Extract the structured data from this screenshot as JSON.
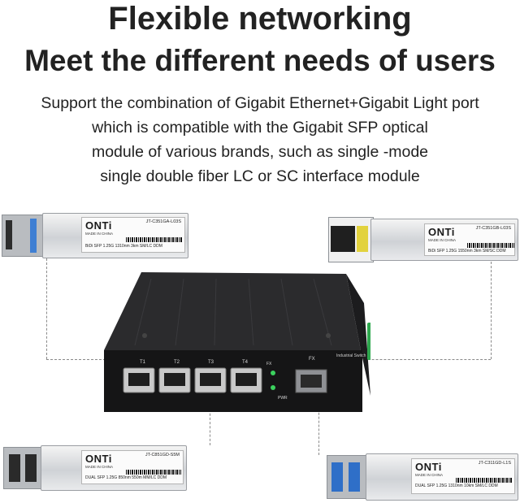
{
  "headline": {
    "line1": "Flexible networking",
    "line2": "Meet the different needs of users"
  },
  "description": {
    "line1": "Support the combination of Gigabit Ethernet+Gigabit Light port",
    "line2": "which is compatible with the Gigabit SFP optical",
    "line3": "module of various brands, such as single -mode",
    "line4": "single double fiber LC or SC interface module"
  },
  "modules": {
    "top_left": {
      "brand": "ONTi",
      "made": "MADE IN CHINA",
      "model": "JT-C351GA-L03S",
      "spec": "BiDi SFP 1.25G 1310nm 3km SM/LC DDM"
    },
    "top_right": {
      "brand": "ONTi",
      "made": "MADE IN CHINA",
      "model": "JT-C351GB-L03S",
      "spec": "BiDi SFP 1.25G 1550nm 3km SM/SC DDM"
    },
    "bottom_left": {
      "brand": "ONTi",
      "made": "MADE IN CHINA",
      "model": "JT-C851GD-S5M",
      "spec": "DUAL SFP 1.25G 850nm 550m MM/LC DDM"
    },
    "bottom_right": {
      "brand": "ONTi",
      "made": "MADE IN CHINA",
      "model": "JT-C311GD-L1S",
      "spec": "DUAL SFP 1.25G 1310nm 10km SM/LC DDM"
    }
  },
  "switch": {
    "ports": [
      "T1",
      "T2",
      "T3",
      "T4"
    ],
    "fx_label": "FX",
    "fx_port_label": "FX",
    "pwr_label": "PWR",
    "side_label": "Industrial Switch"
  }
}
